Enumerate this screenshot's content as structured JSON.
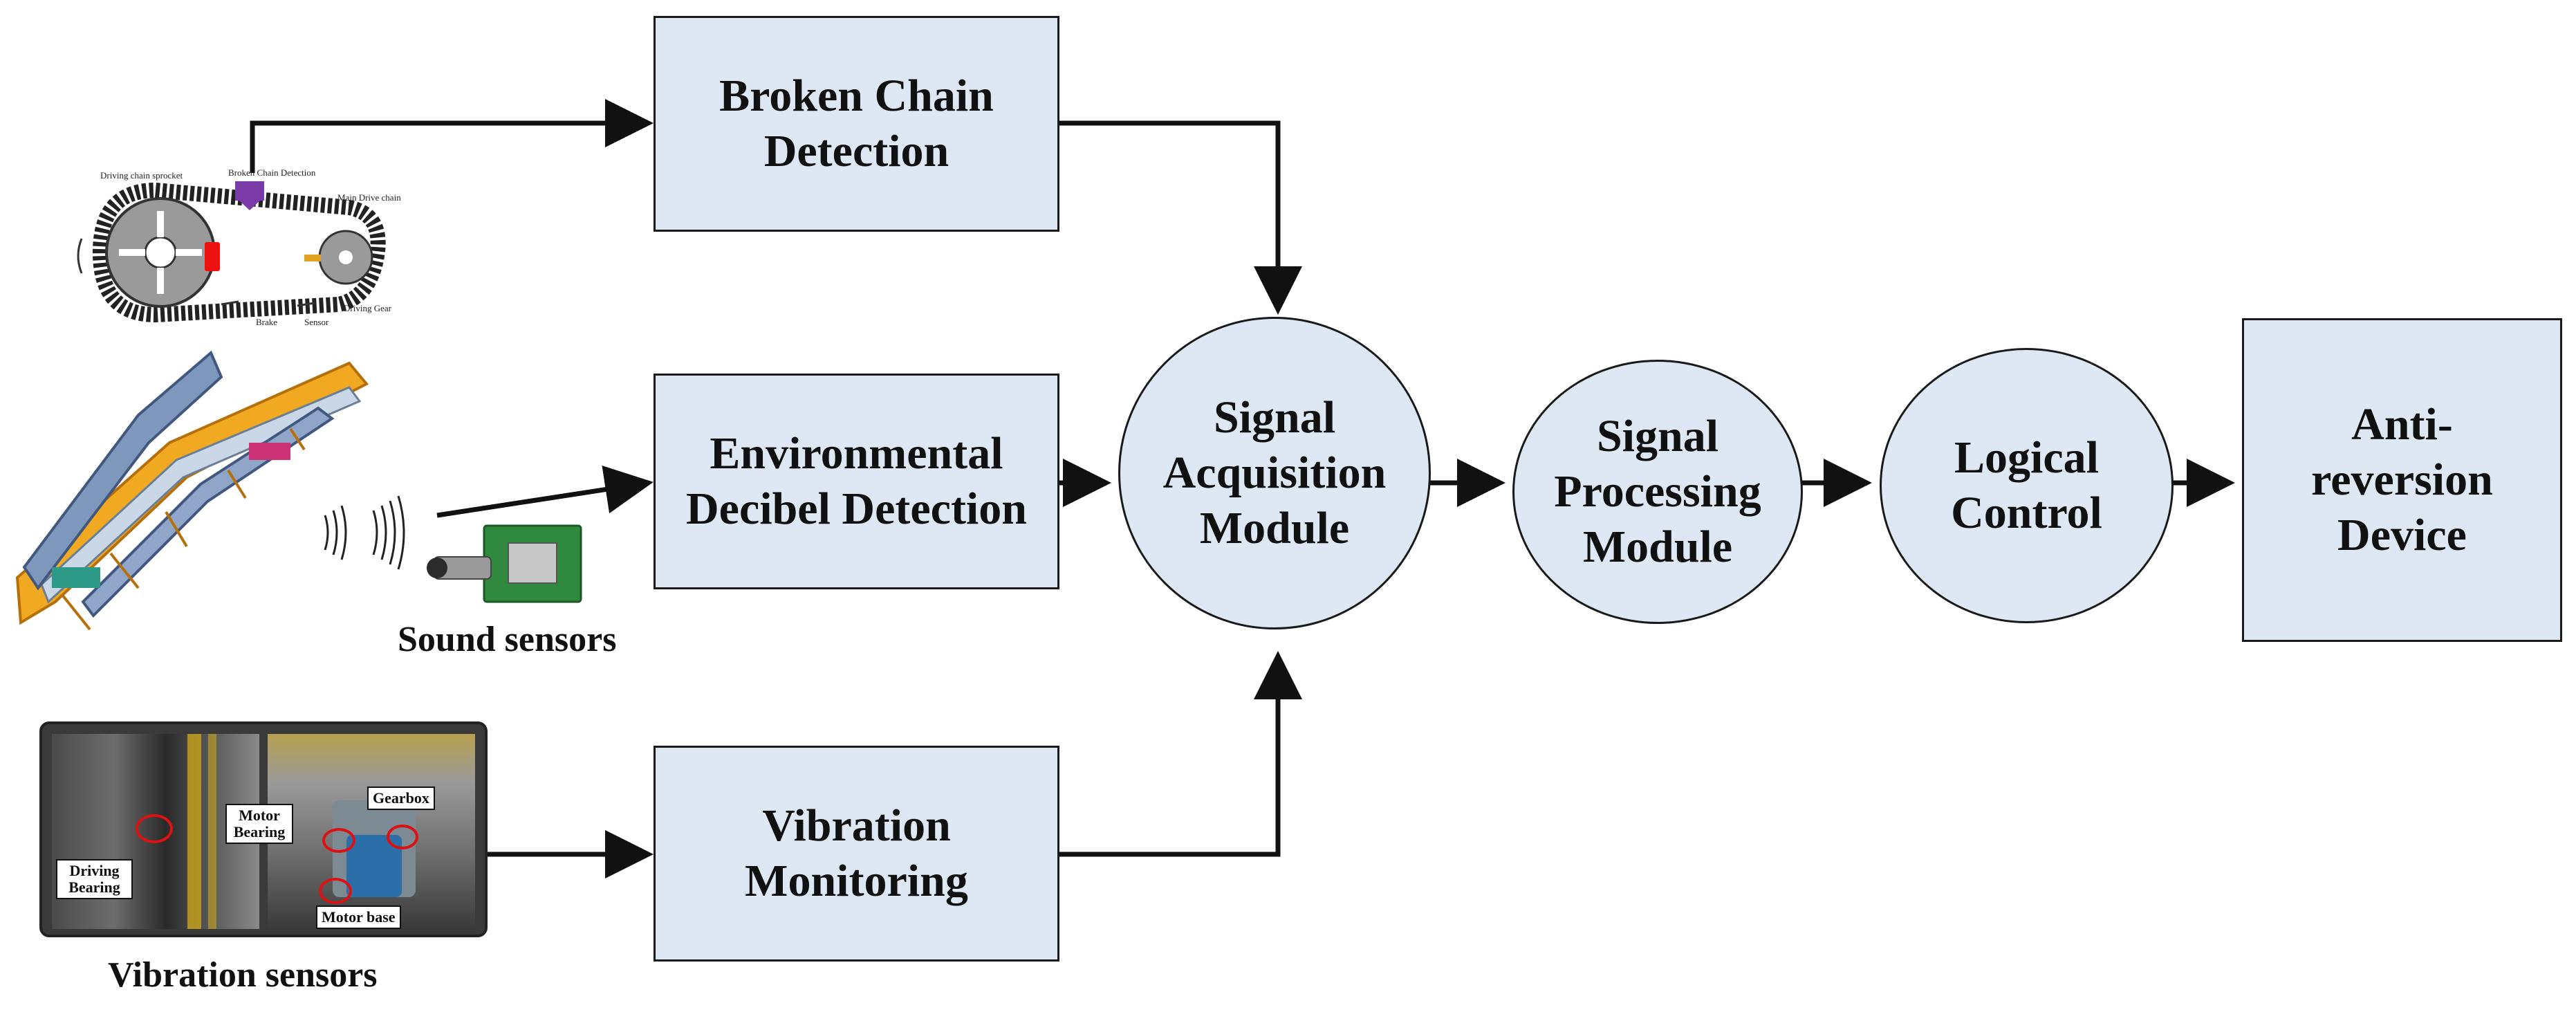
{
  "colors": {
    "node_fill": "#dde8f4",
    "stroke": "#1a1a1a",
    "sensor_marker": "#dd1111"
  },
  "nodes": {
    "broken_chain": {
      "line1": "Broken Chain",
      "line2": "Detection"
    },
    "environmental": {
      "line1": "Environmental",
      "line2": "Decibel Detection"
    },
    "vibration": {
      "line1": "Vibration",
      "line2": "Monitoring"
    },
    "acquisition": {
      "line1": "Signal",
      "line2": "Acquisition",
      "line3": "Module"
    },
    "processing": {
      "line1": "Signal",
      "line2": "Processing",
      "line3": "Module"
    },
    "logical": {
      "line1": "Logical",
      "line2": "Control"
    },
    "anti_reversion": {
      "line1": "Anti-",
      "line2": "reversion",
      "line3": "Device"
    }
  },
  "captions": {
    "sound_sensors": "Sound sensors",
    "vibration_sensors": "Vibration sensors"
  },
  "chain_image_labels": {
    "driving_chain_sprocket": "Driving chain sprocket",
    "broken_chain_detection": "Broken Chain Detection",
    "main_drive_chain": "Main Drive chain",
    "brake": "Brake",
    "sensor": "Sensor",
    "driving_gear": "Driving Gear"
  },
  "photo_labels": {
    "driving_bearing": "Driving Bearing",
    "motor_bearing": "Motor Bearing",
    "gearbox": "Gearbox",
    "motor_base": "Motor base"
  },
  "icons": {
    "chain_drive": "chain-drive-icon",
    "escalator": "escalator-icon",
    "sound_wave": "sound-wave-icon",
    "sensor_board": "sensor-board-icon",
    "machinery_photo": "machinery-photo-icon"
  }
}
